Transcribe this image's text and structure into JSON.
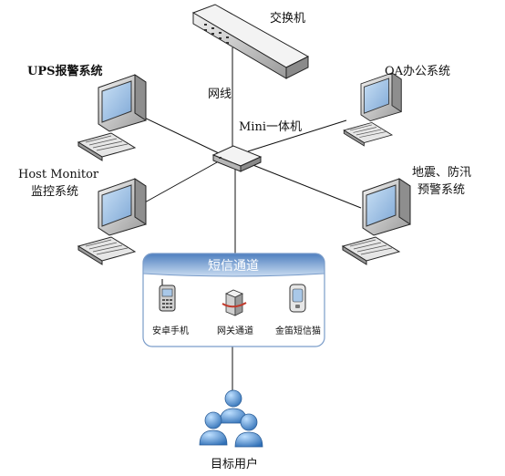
{
  "nodes": {
    "switch": {
      "label": "交换机"
    },
    "cable": {
      "label": "网线"
    },
    "hub": {
      "label": "Mini一体机"
    },
    "ups": {
      "label": "UPS报警系统"
    },
    "oa": {
      "label": "OA办公系统"
    },
    "host_monitor": {
      "label_line1": "Host Monitor",
      "label_line2": "监控系统"
    },
    "quake": {
      "label_line1": "地震、防汛",
      "label_line2": "预警系统"
    },
    "sms_channel": {
      "title": "短信通道",
      "items": [
        {
          "label": "安卓手机",
          "icon": "android-phone-icon"
        },
        {
          "label": "网关通道",
          "icon": "gateway-server-icon"
        },
        {
          "label": "金笛短信猫",
          "icon": "sms-modem-icon"
        }
      ]
    },
    "target_users": {
      "label": "目标用户"
    }
  },
  "colors": {
    "line": "#111111",
    "device_gray": "#d9d9d9",
    "screen_blue": "#a9c8e8",
    "banner_top": "#4e7fbf",
    "banner_bottom": "#c9dcf1",
    "channel_border": "#7a9cc9",
    "user_blue": "#4f8fd2"
  }
}
